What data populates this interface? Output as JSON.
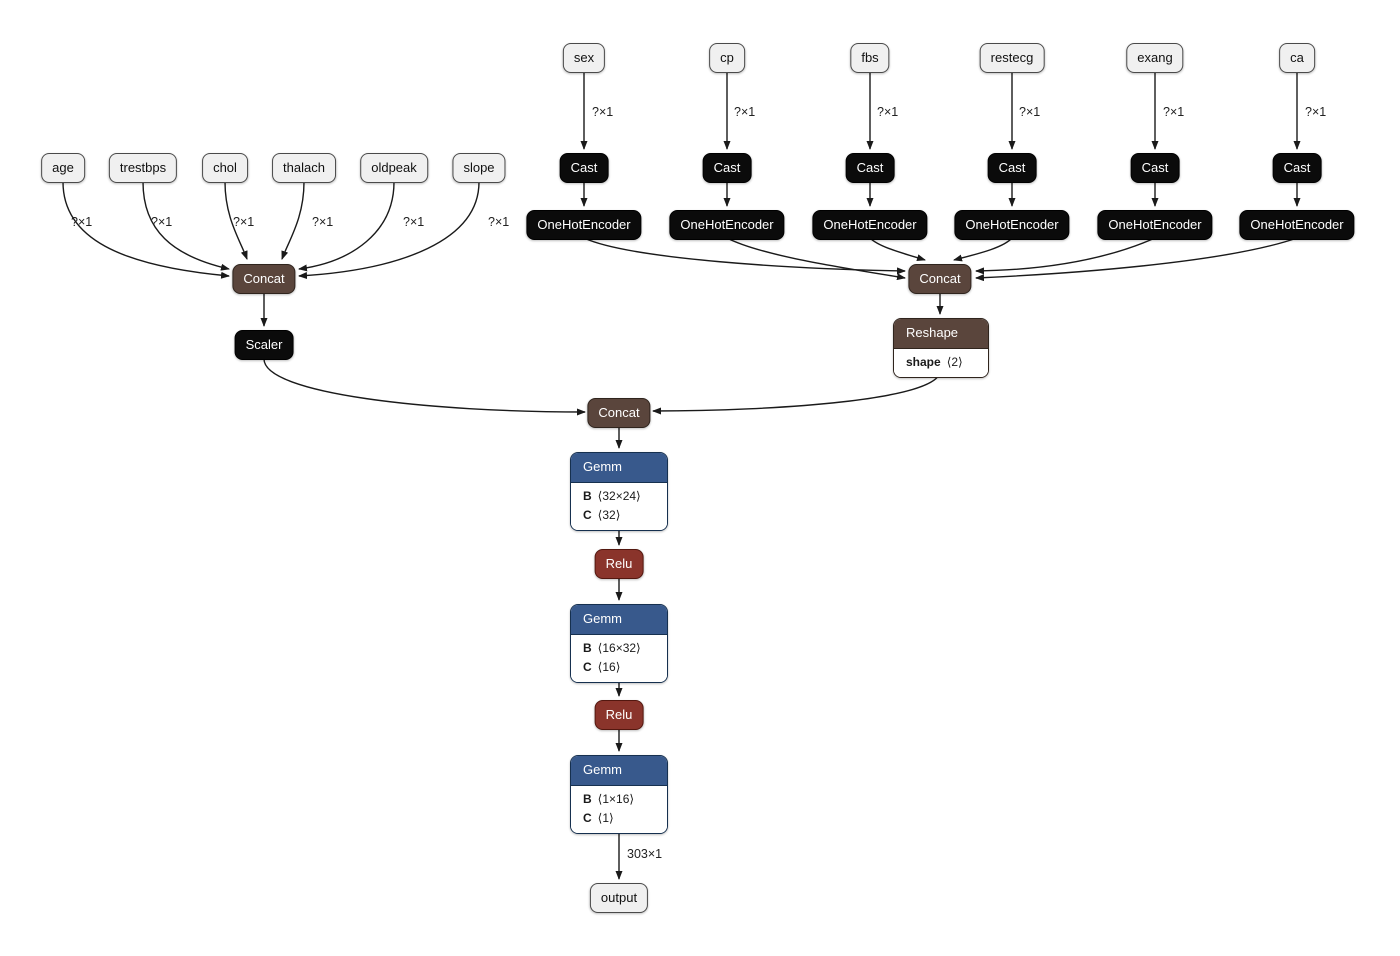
{
  "colors": {
    "io_fill": "#f0f0f0",
    "io_border": "#4a4a4a",
    "op_fill": "#0b0b0b",
    "op_border": "#000000",
    "concat_fill": "#5a453c",
    "concat_border": "#2f241d",
    "gemm_fill": "#38598c",
    "gemm_border": "#16304f",
    "relu_fill": "#8a342b",
    "relu_border": "#53170f",
    "edge": "#1a1a1a"
  },
  "nodes": {
    "age": {
      "label": "age"
    },
    "trestbps": {
      "label": "trestbps"
    },
    "chol": {
      "label": "chol"
    },
    "thalach": {
      "label": "thalach"
    },
    "oldpeak": {
      "label": "oldpeak"
    },
    "slope": {
      "label": "slope"
    },
    "sex": {
      "label": "sex"
    },
    "cp": {
      "label": "cp"
    },
    "fbs": {
      "label": "fbs"
    },
    "restecg": {
      "label": "restecg"
    },
    "exang": {
      "label": "exang"
    },
    "ca": {
      "label": "ca"
    },
    "cast": {
      "label": "Cast"
    },
    "onehot": {
      "label": "OneHotEncoder"
    },
    "concat": {
      "label": "Concat"
    },
    "scaler": {
      "label": "Scaler"
    },
    "reshape": {
      "label": "Reshape",
      "shape": "⟨2⟩"
    },
    "gemm1": {
      "label": "Gemm",
      "B": "⟨32×24⟩",
      "C": "⟨32⟩"
    },
    "relu": {
      "label": "Relu"
    },
    "gemm2": {
      "label": "Gemm",
      "B": "⟨16×32⟩",
      "C": "⟨16⟩"
    },
    "gemm3": {
      "label": "Gemm",
      "B": "⟨1×16⟩",
      "C": "⟨1⟩"
    },
    "output": {
      "label": "output"
    }
  },
  "attr_keys": {
    "B": "B",
    "C": "C",
    "shape": "shape"
  },
  "edge_labels": {
    "dim": "?×1",
    "final": "303×1"
  },
  "edges": [
    {
      "from": "age",
      "to": "Concat(numeric)",
      "label": "?×1"
    },
    {
      "from": "trestbps",
      "to": "Concat(numeric)",
      "label": "?×1"
    },
    {
      "from": "chol",
      "to": "Concat(numeric)",
      "label": "?×1"
    },
    {
      "from": "thalach",
      "to": "Concat(numeric)",
      "label": "?×1"
    },
    {
      "from": "oldpeak",
      "to": "Concat(numeric)",
      "label": "?×1"
    },
    {
      "from": "slope",
      "to": "Concat(numeric)",
      "label": "?×1"
    },
    {
      "from": "sex",
      "to": "Cast",
      "label": "?×1"
    },
    {
      "from": "cp",
      "to": "Cast",
      "label": "?×1"
    },
    {
      "from": "fbs",
      "to": "Cast",
      "label": "?×1"
    },
    {
      "from": "restecg",
      "to": "Cast",
      "label": "?×1"
    },
    {
      "from": "exang",
      "to": "Cast",
      "label": "?×1"
    },
    {
      "from": "ca",
      "to": "Cast",
      "label": "?×1"
    },
    {
      "from": "Cast",
      "to": "OneHotEncoder",
      "count": 6
    },
    {
      "from": "OneHotEncoder",
      "to": "Concat(categorical)",
      "count": 6
    },
    {
      "from": "Concat(numeric)",
      "to": "Scaler"
    },
    {
      "from": "Concat(categorical)",
      "to": "Reshape"
    },
    {
      "from": "Scaler",
      "to": "Concat(features)"
    },
    {
      "from": "Reshape",
      "to": "Concat(features)"
    },
    {
      "from": "Concat(features)",
      "to": "Gemm1"
    },
    {
      "from": "Gemm1",
      "to": "Relu1"
    },
    {
      "from": "Relu1",
      "to": "Gemm2"
    },
    {
      "from": "Gemm2",
      "to": "Relu2"
    },
    {
      "from": "Relu2",
      "to": "Gemm3"
    },
    {
      "from": "Gemm3",
      "to": "output",
      "label": "303×1"
    }
  ]
}
